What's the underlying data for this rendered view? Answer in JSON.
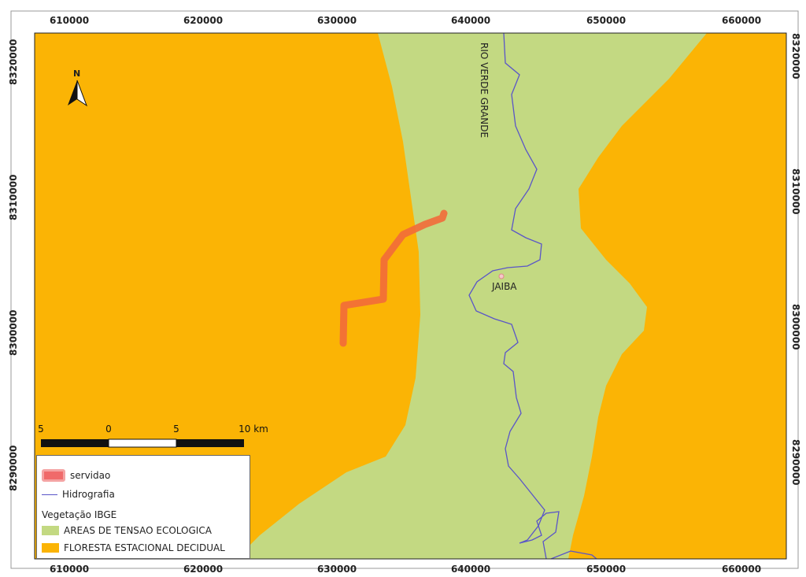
{
  "map": {
    "colors": {
      "floresta": "#fbb405",
      "tensao": "#c3d982",
      "river": "#5a55c8",
      "servidao": "#f26a3a"
    },
    "labels": {
      "river": "RIO VERDE GRANDE",
      "town": "JAIBA"
    },
    "north_arrow": "N"
  },
  "grid": {
    "x_ticks": [
      "610000",
      "620000",
      "630000",
      "640000",
      "650000",
      "660000"
    ],
    "y_ticks": [
      "8320000",
      "8310000",
      "8300000",
      "8290000"
    ]
  },
  "scale_bar": {
    "labels": [
      "5",
      "0",
      "5",
      "10 km"
    ]
  },
  "legend": {
    "items": [
      {
        "label": "servidao",
        "symbol": "servidao"
      },
      {
        "label": "Hidrografia",
        "symbol": "hidro"
      }
    ],
    "group_title": "Vegetação IBGE",
    "classes": [
      {
        "label": "AREAS DE TENSAO ECOLOGICA",
        "symbol": "tensao"
      },
      {
        "label": "FLORESTA ESTACIONAL DECIDUAL",
        "symbol": "floresta"
      }
    ]
  }
}
